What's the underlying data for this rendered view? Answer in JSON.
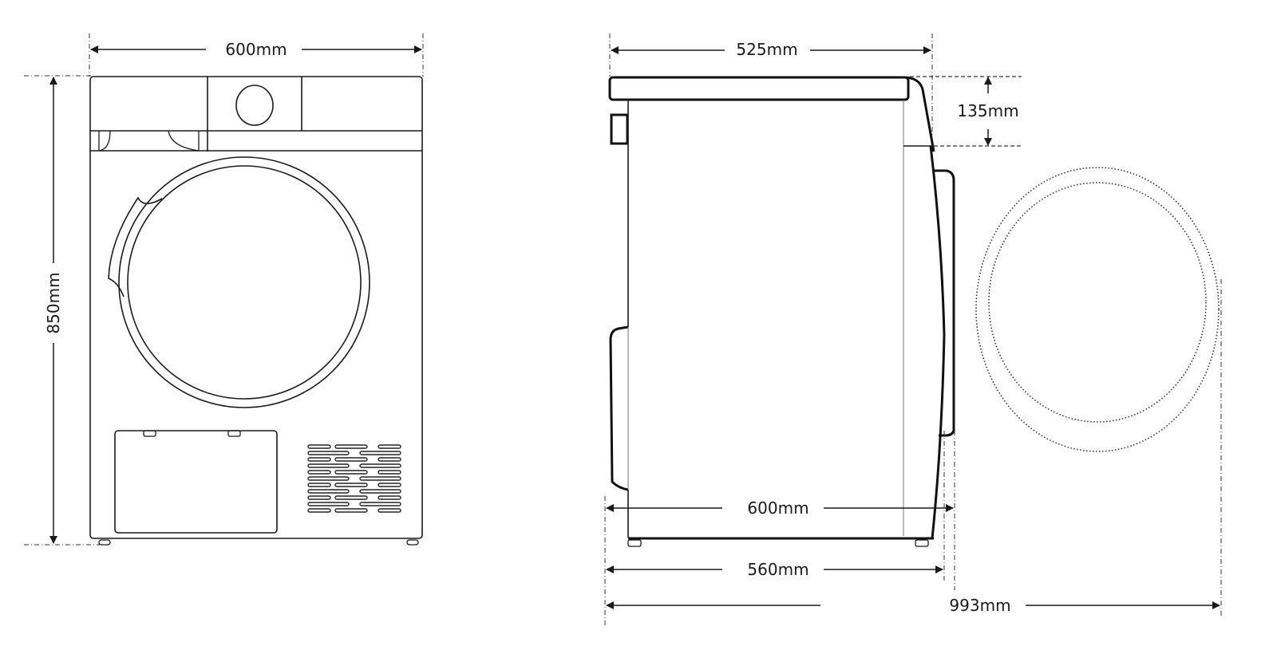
{
  "diagram": {
    "subject": "tumble dryer dimension drawing",
    "line_color": "#1a1a1a",
    "background": "#ffffff"
  },
  "front_view": {
    "width_label": "600mm",
    "height_label": "850mm",
    "components": [
      "control-panel",
      "program-dial",
      "filter-drawer",
      "door",
      "condenser-cover",
      "air-vent-grille",
      "feet"
    ]
  },
  "side_view": {
    "top_depth_label": "525mm",
    "panel_height_label": "135mm",
    "body_depth_label": "600mm",
    "base_depth_label": "560mm",
    "door_open_depth_label": "993mm",
    "components": [
      "top-panel",
      "rear-connector",
      "rear-bulge",
      "body",
      "door-closed",
      "door-open-arc-outer",
      "door-open-arc-inner",
      "feet"
    ]
  }
}
